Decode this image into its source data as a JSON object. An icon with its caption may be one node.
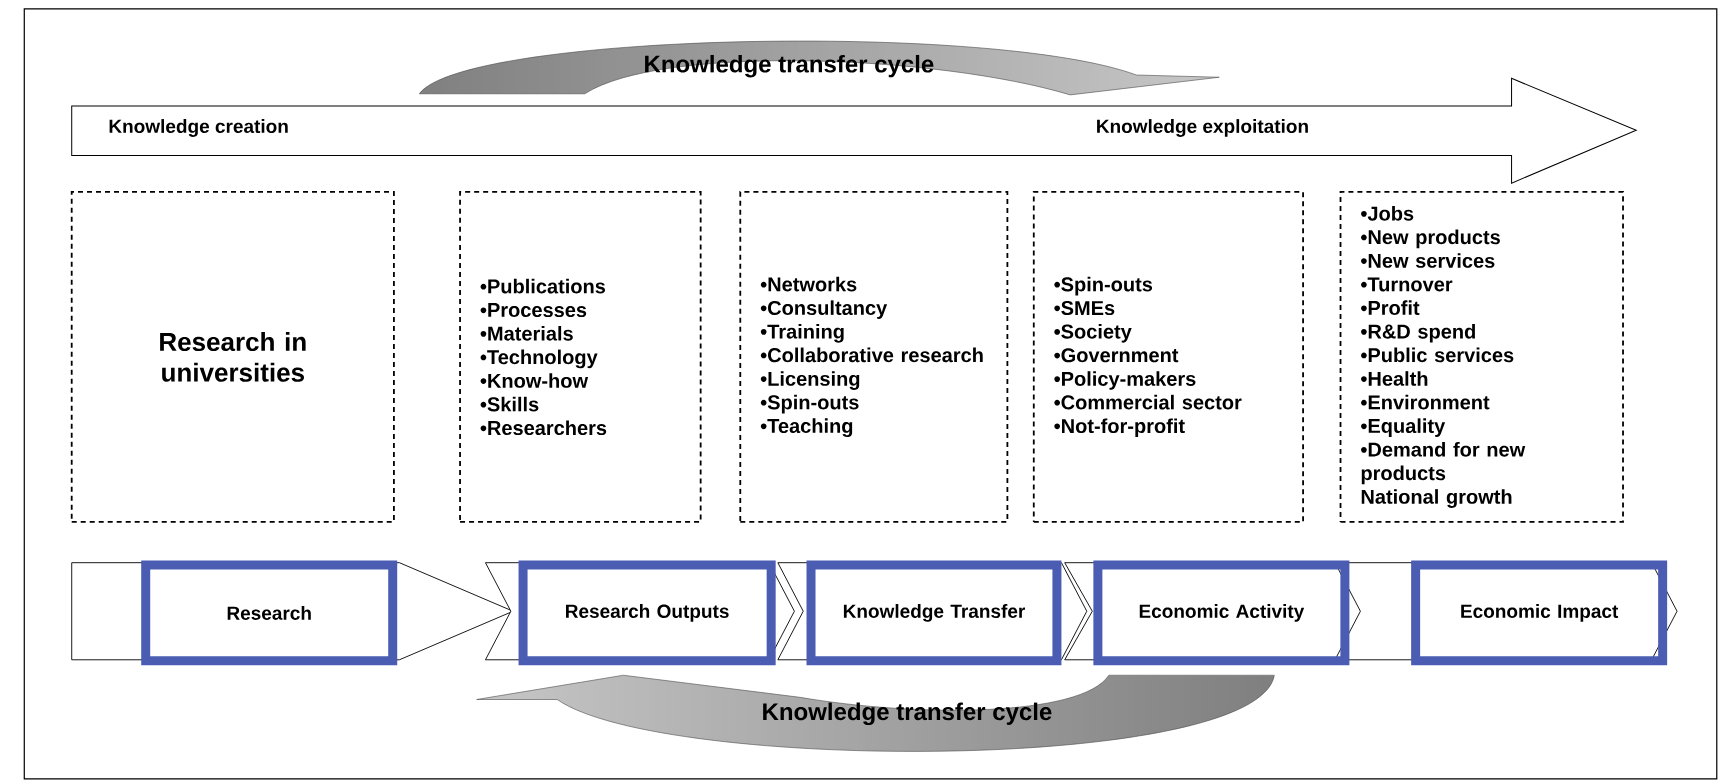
{
  "diagram": {
    "nodes": [
      {
        "text": [
          "Knowledge creation",
          "Knowledge exploitation"
        ]
      },
      {
        "text": [
          "Research in universities"
        ]
      },
      {
        "text": [
          "•Publications",
          "•Processes",
          "•Materials",
          "•Technology",
          "•Know-how",
          "•Skills",
          "•Researchers"
        ]
      },
      {
        "text": [
          "•Networks",
          "•Consultancy",
          "•Training",
          "•Collaborative research",
          "•Licensing",
          "•Spin-outs",
          "•Teaching"
        ]
      },
      {
        "text": [
          "•Spin-outs",
          "•SMEs",
          "•Society",
          "•Government",
          "•Policy-makers",
          "•Commercial sector",
          "•Not-for-profit"
        ]
      },
      {
        "text": [
          "•Jobs",
          "•New products",
          "•New services",
          "•Turnover",
          "•Profit",
          "•R&D spend",
          "•Public services",
          "•Health",
          "•Environment",
          "•Equality",
          "•Demand for new products",
          "National growth"
        ]
      },
      {
        "text": [
          "Research"
        ]
      },
      {
        "text": [
          "Research Outputs"
        ]
      },
      {
        "text": [
          "Knowledge Transfer"
        ]
      },
      {
        "text": [
          "Economic Activity"
        ]
      },
      {
        "text": [
          "Economic Impact"
        ]
      }
    ],
    "labels": [
      "Knowledge transfer cycle",
      "Knowledge transfer cycle"
    ]
  }
}
